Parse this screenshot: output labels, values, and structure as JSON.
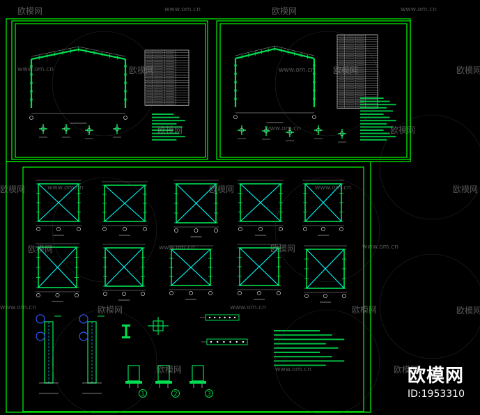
{
  "brand": {
    "name": "欧模网",
    "id_text": "ID:1953310"
  },
  "watermark": {
    "brand_text": "欧模网",
    "site_text": "www.om.cn"
  },
  "colors": {
    "background": "#000000",
    "frame": "#00ff00",
    "structure": "#00e050",
    "member": "#00ffff",
    "text": "#ffffff",
    "watermark": "#9a9a9a"
  },
  "detail_markers": [
    "1",
    "2",
    "3"
  ]
}
